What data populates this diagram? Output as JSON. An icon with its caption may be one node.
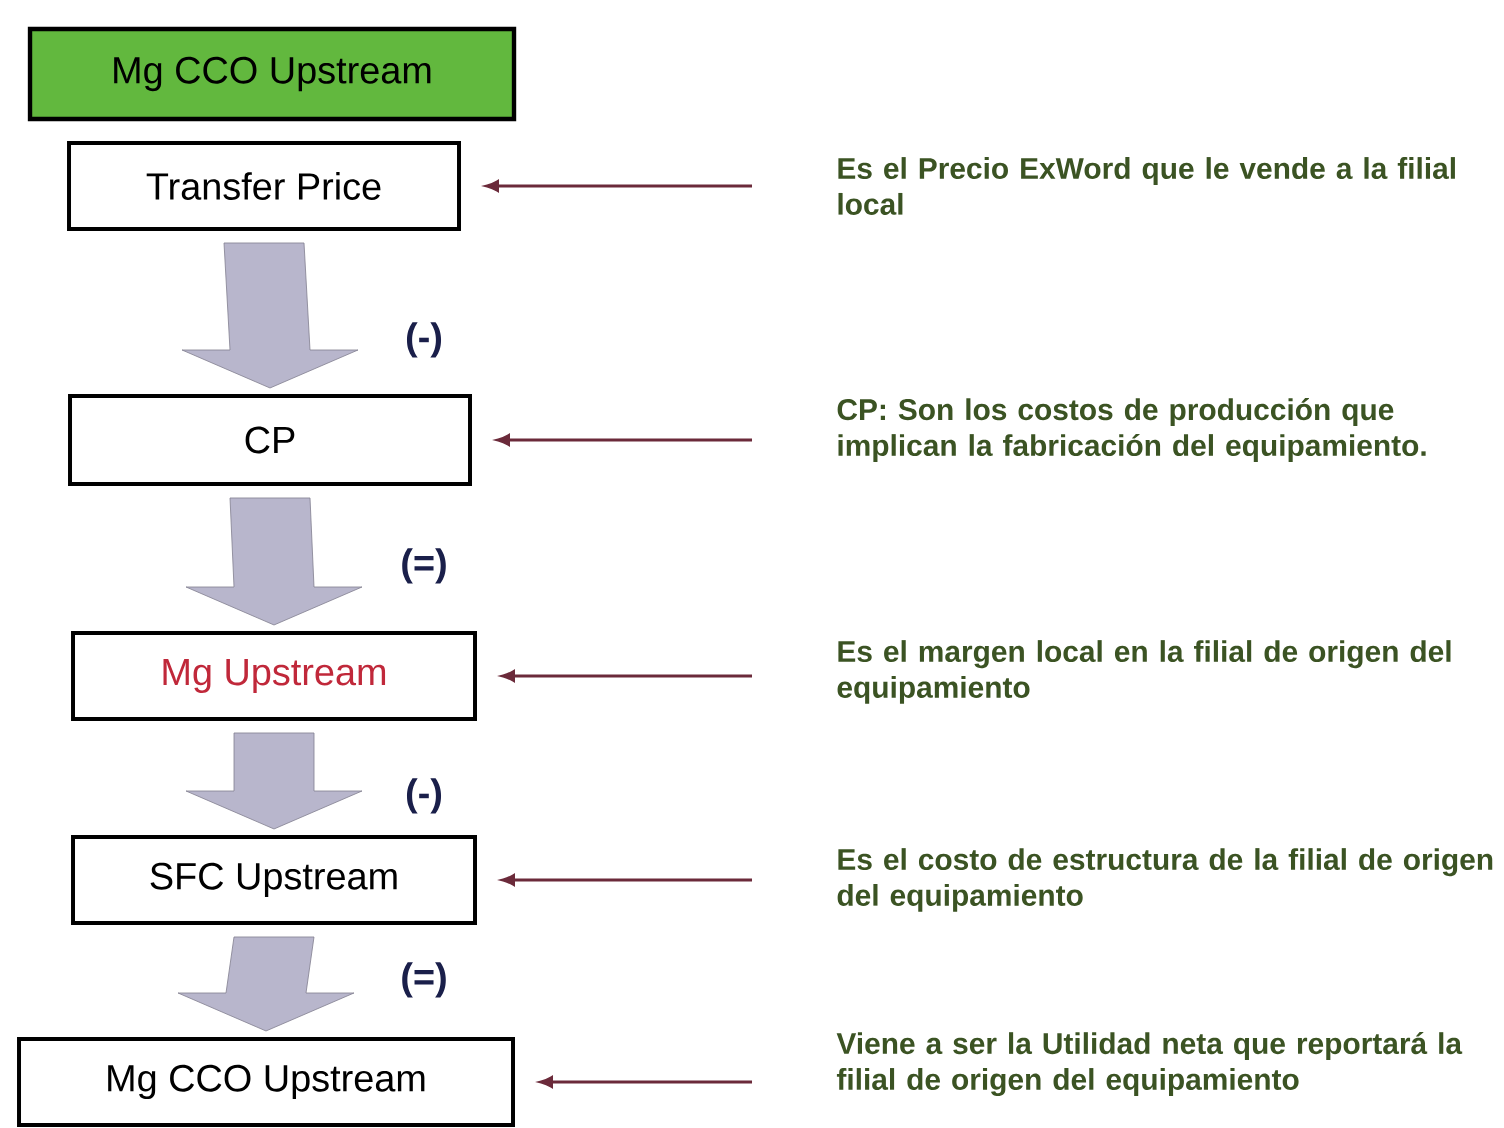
{
  "diagram": {
    "nodes": [
      {
        "text": [
          "Mg CCO Upstream"
        ]
      },
      {
        "text": [
          "Transfer Price"
        ]
      },
      {
        "text": [
          "CP"
        ]
      },
      {
        "text": [
          "Mg Upstream"
        ]
      },
      {
        "text": [
          "SFC Upstream"
        ]
      },
      {
        "text": [
          "Mg CCO Upstream"
        ]
      },
      {
        "text": [
          "Es el Precio ExWord que le vende a la filial local"
        ]
      },
      {
        "text": [
          "CP: Son los costos de producción que implican la fabricación del equipamiento."
        ]
      },
      {
        "text": [
          "Es el margen local en la filial de origen del equipamiento"
        ]
      },
      {
        "text": [
          "Es el costo de estructura de la filial de origen del equipamiento"
        ]
      },
      {
        "text": [
          "Viene a ser la Utilidad neta que reportará la filial de origen del equipamiento"
        ]
      }
    ],
    "edges": [
      {
        "from": 1,
        "to": 2,
        "arrow": "to",
        "label": "(-)",
        "style": "thick"
      },
      {
        "from": 2,
        "to": 3,
        "arrow": "to",
        "label": "(=)",
        "style": "thick"
      },
      {
        "from": 3,
        "to": 4,
        "arrow": "to",
        "label": "(-)",
        "style": "thick"
      },
      {
        "from": 4,
        "to": 5,
        "arrow": "to",
        "label": "(=)",
        "style": "thick"
      },
      {
        "from": 6,
        "to": 1,
        "arrow": "to"
      },
      {
        "from": 7,
        "to": 2,
        "arrow": "to"
      },
      {
        "from": 8,
        "to": 3,
        "arrow": "to"
      },
      {
        "from": 9,
        "to": 4,
        "arrow": "to"
      },
      {
        "from": 10,
        "to": 5,
        "arrow": "to"
      }
    ]
  }
}
